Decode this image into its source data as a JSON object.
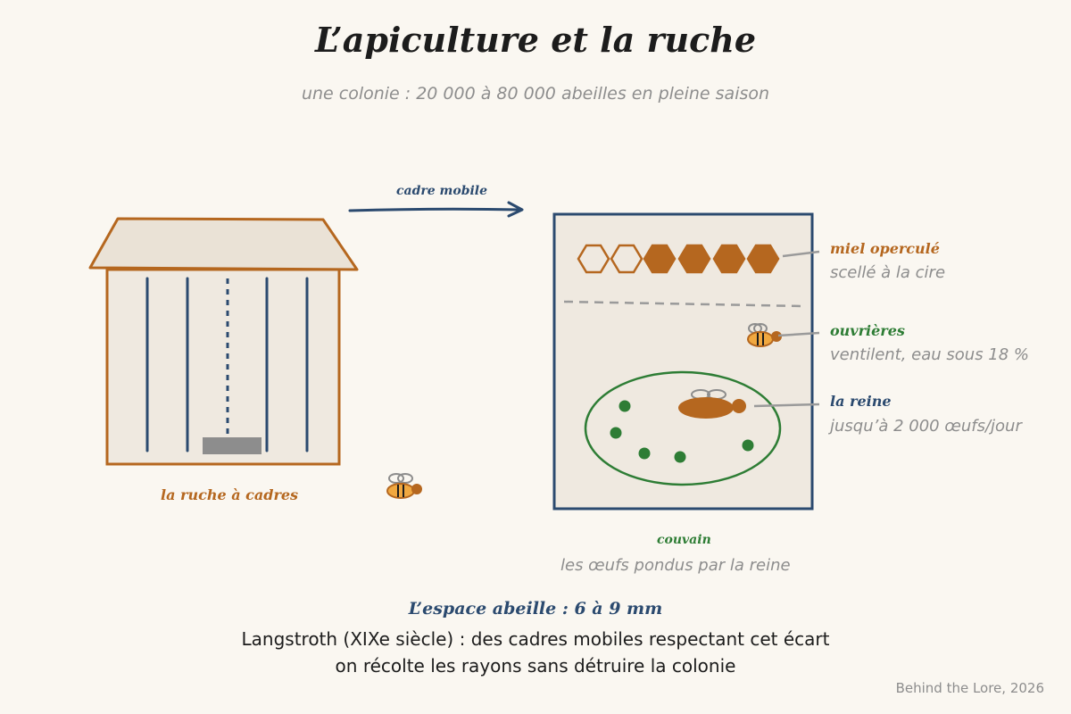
{
  "title": "L’apiculture et la ruche",
  "subtitle": "une colonie : 20 000 à 80 000 abeilles en pleine saison",
  "hive": {
    "label": "la ruche à cadres"
  },
  "arrow": {
    "label": "cadre mobile"
  },
  "frame": {
    "honey": {
      "label": "miel operculé",
      "note": "scellé à la cire"
    },
    "workers": {
      "label": "ouvrières",
      "note": "ventilent, eau sous 18 %"
    },
    "queen": {
      "label": "la reine",
      "note": "jusqu’à 2 000 œufs/jour"
    },
    "brood": {
      "label": "couvain",
      "note": "les œufs pondus par la reine"
    }
  },
  "bee_space": {
    "heading": "L’espace abeille : 6 à 9 mm",
    "line1": "Langstroth (XIXe siècle) : des cadres mobiles respectant cet écart",
    "line2": "on récolte les rayons sans détruire la colonie"
  },
  "credit": "Behind the Lore, 2026",
  "colors": {
    "orange": "#b5671f",
    "blue": "#2b4a6f",
    "green": "#2e7d35",
    "gray": "#8d8d8d",
    "background": "#faf7f1",
    "panel": "#efe9e0"
  }
}
